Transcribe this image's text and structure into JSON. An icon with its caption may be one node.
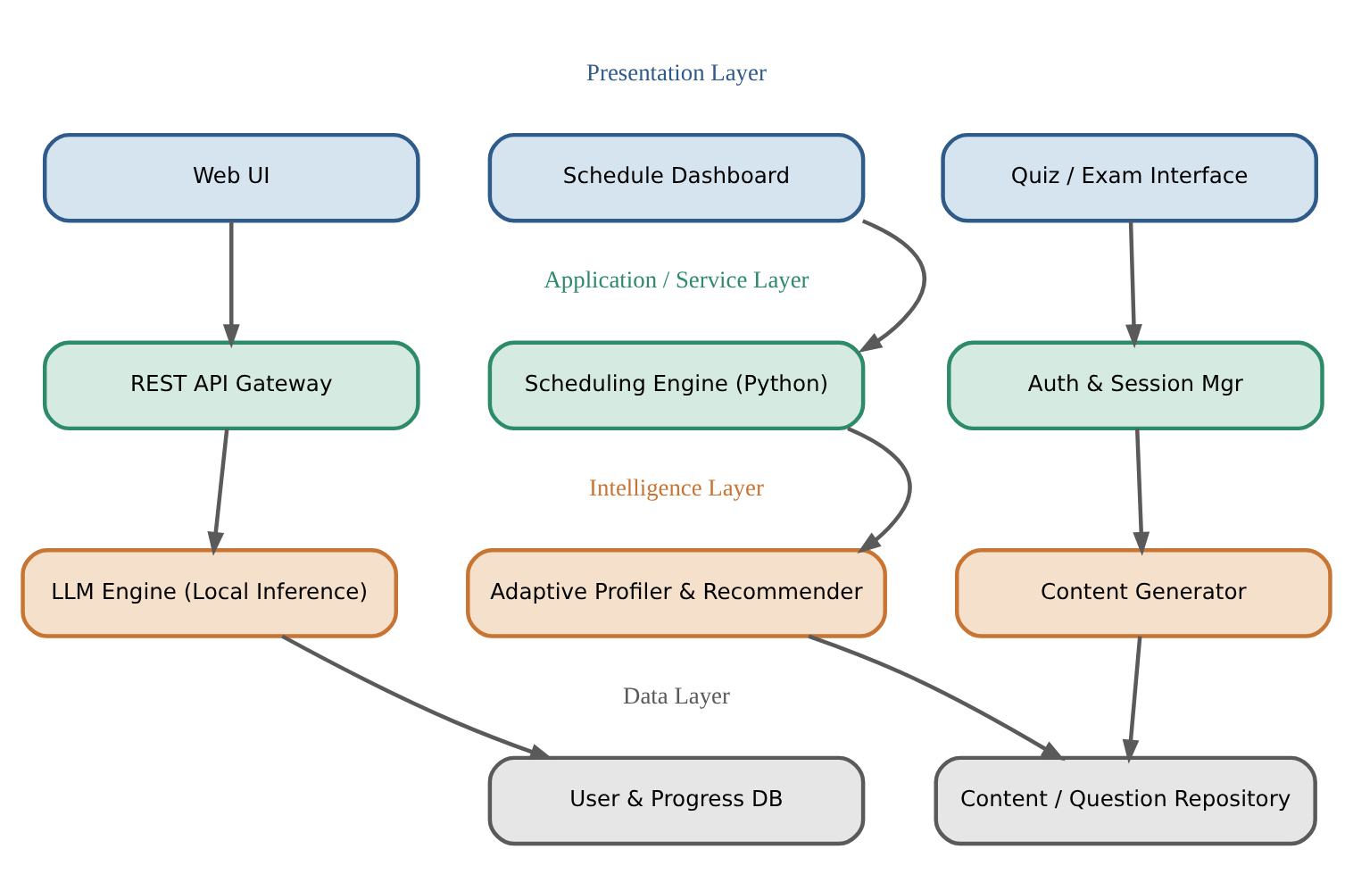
{
  "diagram": {
    "nodes": [
      {
        "text": [
          "Web UI"
        ]
      },
      {
        "text": [
          "Schedule Dashboard"
        ]
      },
      {
        "text": [
          "Quiz / Exam Interface"
        ]
      },
      {
        "text": [
          "REST API Gateway"
        ]
      },
      {
        "text": [
          "Scheduling Engine (Python)"
        ]
      },
      {
        "text": [
          "Auth & Session Mgr"
        ]
      },
      {
        "text": [
          "LLM Engine (Local Inference)"
        ]
      },
      {
        "text": [
          "Adaptive Profiler & Recommender"
        ]
      },
      {
        "text": [
          "Content Generator"
        ]
      },
      {
        "text": [
          "User & Progress DB"
        ]
      },
      {
        "text": [
          "Content / Question Repository"
        ]
      }
    ],
    "edges": [
      {
        "from": 0,
        "to": 3,
        "arrow": "to"
      },
      {
        "from": 1,
        "to": 4,
        "arrow": "to"
      },
      {
        "from": 2,
        "to": 5,
        "arrow": "to"
      },
      {
        "from": 3,
        "to": 6,
        "arrow": "to"
      },
      {
        "from": 4,
        "to": 7,
        "arrow": "to"
      },
      {
        "from": 5,
        "to": 8,
        "arrow": "to"
      },
      {
        "from": 6,
        "to": 9,
        "arrow": "to"
      },
      {
        "from": 7,
        "to": 10,
        "arrow": "to"
      },
      {
        "from": 8,
        "to": 10,
        "arrow": "to"
      }
    ],
    "labels": [
      "Presentation Layer",
      "Application / Service Layer",
      "Intelligence Layer",
      "Data Layer"
    ]
  }
}
